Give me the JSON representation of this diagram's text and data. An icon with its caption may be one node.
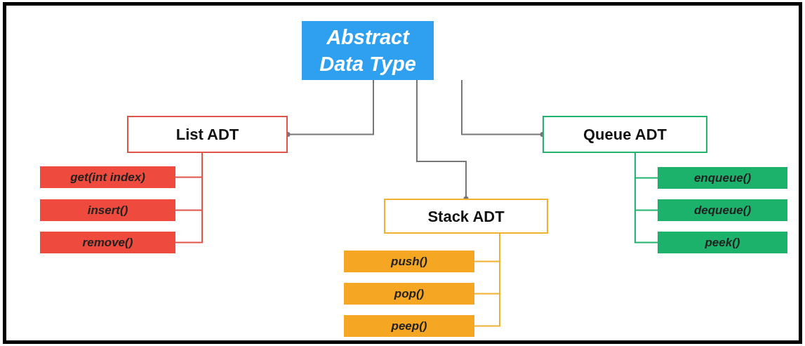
{
  "diagram": {
    "nodes": [
      {
        "text": [
          "Abstract Data Type"
        ]
      },
      {
        "text": [
          "List ADT"
        ]
      },
      {
        "text": [
          "Queue ADT"
        ]
      },
      {
        "text": [
          "Stack ADT"
        ]
      },
      {
        "text": [
          "get(int index)"
        ]
      },
      {
        "text": [
          "insert()"
        ]
      },
      {
        "text": [
          "remove()"
        ]
      },
      {
        "text": [
          "enqueue()"
        ]
      },
      {
        "text": [
          "dequeue()"
        ]
      },
      {
        "text": [
          "peek()"
        ]
      },
      {
        "text": [
          "push()"
        ]
      },
      {
        "text": [
          "pop()"
        ]
      },
      {
        "text": [
          "peep()"
        ]
      }
    ],
    "edges": [
      {
        "from": 0,
        "to": 1,
        "arrow": "other"
      },
      {
        "from": 0,
        "to": 3,
        "arrow": "other"
      },
      {
        "from": 0,
        "to": 2,
        "arrow": "other"
      },
      {
        "from": 1,
        "to": 4,
        "arrow": "none",
        "color": "#e0554a"
      },
      {
        "from": 1,
        "to": 5,
        "arrow": "none",
        "color": "#e0554a"
      },
      {
        "from": 1,
        "to": 6,
        "arrow": "none",
        "color": "#e0554a"
      },
      {
        "from": 2,
        "to": 7,
        "arrow": "none",
        "color": "#22b36e"
      },
      {
        "from": 2,
        "to": 8,
        "arrow": "none",
        "color": "#22b36e"
      },
      {
        "from": 2,
        "to": 9,
        "arrow": "none",
        "color": "#22b36e"
      },
      {
        "from": 3,
        "to": 10,
        "arrow": "none",
        "color": "#f0b030"
      },
      {
        "from": 3,
        "to": 11,
        "arrow": "none",
        "color": "#f0b030"
      },
      {
        "from": 3,
        "to": 12,
        "arrow": "none",
        "color": "#f0b030"
      }
    ]
  }
}
